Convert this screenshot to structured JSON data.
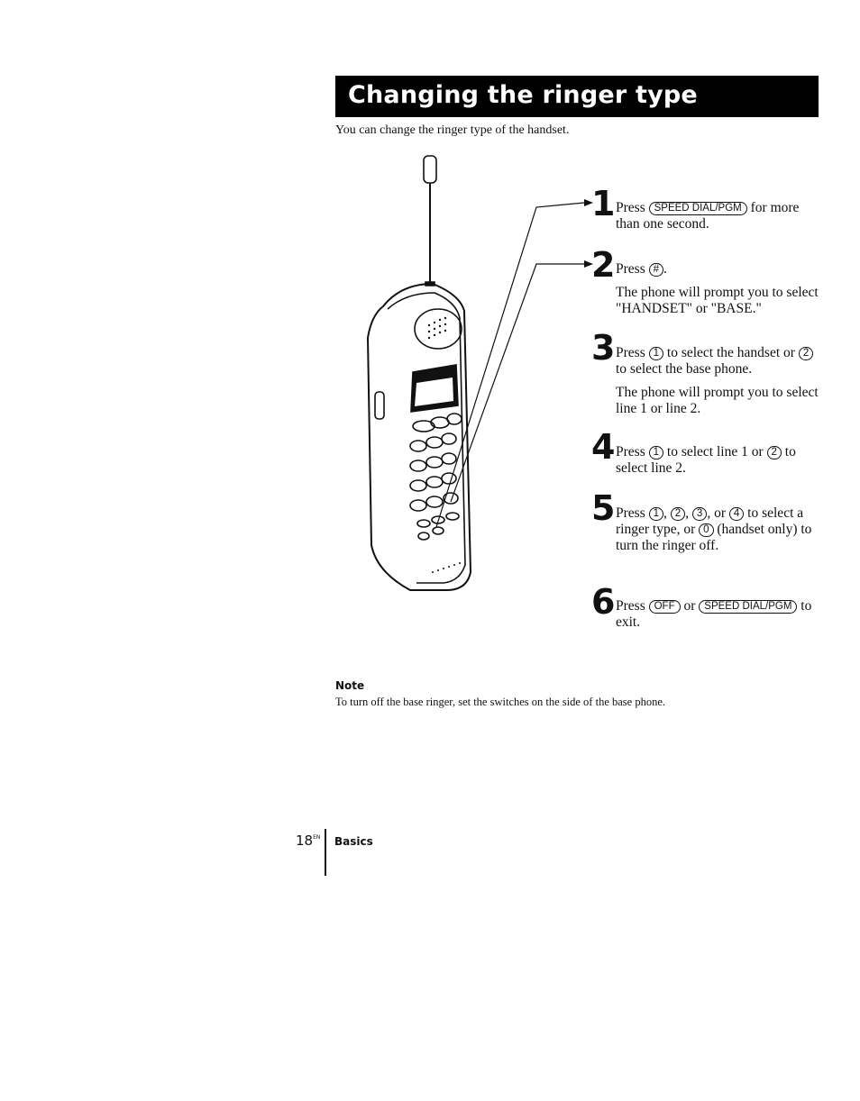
{
  "title": "Changing the ringer type",
  "intro": "You can change the ringer type of the handset.",
  "steps": [
    {
      "number": "1"
    },
    {
      "number": "2"
    },
    {
      "number": "3"
    },
    {
      "number": "4"
    },
    {
      "number": "5"
    },
    {
      "number": "6"
    }
  ],
  "words": {
    "press": "Press",
    "for": "for",
    "more_than": "more than one second.",
    "period": ".",
    "prompt_handset": "The phone will prompt you to select \"HANDSET\" or \"BASE.\"",
    "select_handset": "to select the handset",
    "or": "or",
    "select_base": "to select the base phone.",
    "prompt_line": "The phone will prompt you to select line 1 or line 2.",
    "select_line1": "to select line 1 or",
    "select_line2": "to select line 2.",
    "comma": ",",
    "to": "to",
    "select_ringer": "select a ringer type, or",
    "handset_only": "(handset only) to turn the ringer off.",
    "to_exit": "to exit."
  },
  "keys": {
    "speed_dial": "SPEED DIAL/PGM",
    "hash": "#",
    "one": "1",
    "two": "2",
    "three": "3",
    "four": "4",
    "zero": "0",
    "off": "OFF"
  },
  "note": {
    "label": "Note",
    "text": "To turn off the base ringer, set the switches on the side of the base phone."
  },
  "footer": {
    "page_number": "18",
    "page_suffix": "EN",
    "section": "Basics"
  }
}
